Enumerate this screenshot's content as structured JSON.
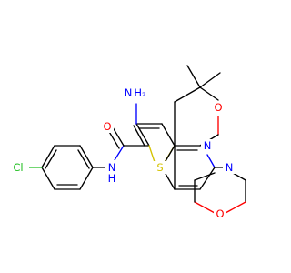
{
  "colors": {
    "carbon": "#000000",
    "nitrogen": "#0000ff",
    "oxygen": "#ff0000",
    "sulfur": "#d4c200",
    "chlorine": "#1fbf1f"
  },
  "labels": {
    "amino_h2": "H₂",
    "amino_n": "N",
    "pyran_o": "O",
    "carbonyl_o": "O",
    "amide_n": "N",
    "amide_h": "H",
    "thiophene_s": "S",
    "pyridine_n": "N",
    "morpholine_n": "N",
    "morpholine_o": "O",
    "chlorine": "Cl"
  }
}
